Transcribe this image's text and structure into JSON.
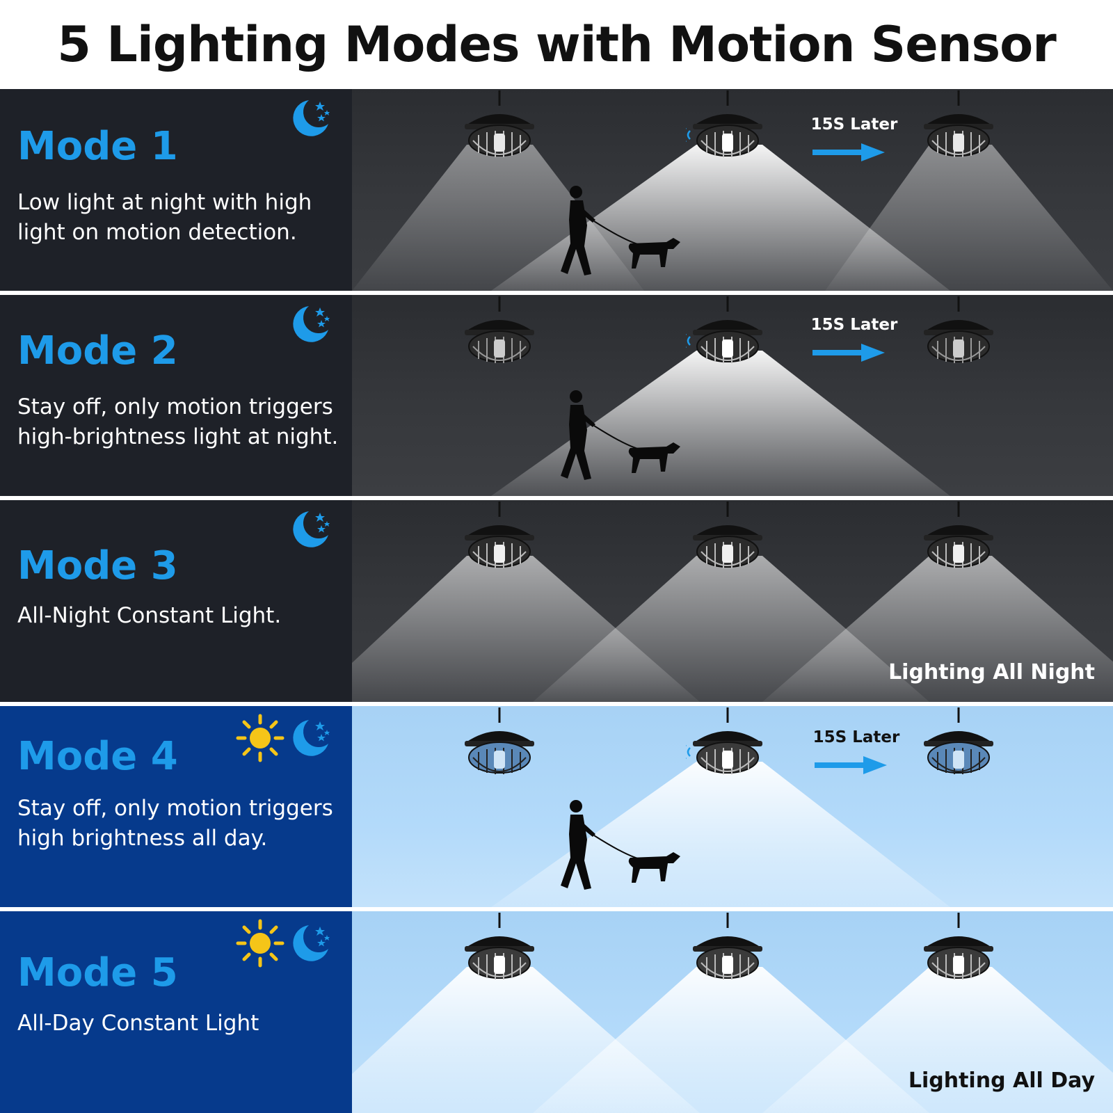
{
  "title": "5 Lighting Modes with Motion Sensor",
  "modes": [
    {
      "title": "Mode 1",
      "desc_line1": "Low light at night with high",
      "desc_line2": "light on motion detection.",
      "later": "15S Later",
      "icons": [
        "moon-stars-icon"
      ]
    },
    {
      "title": "Mode 2",
      "desc_line1": "Stay off, only motion triggers",
      "desc_line2": "high-brightness light at night.",
      "later": "15S Later",
      "icons": [
        "moon-stars-icon"
      ]
    },
    {
      "title": "Mode 3",
      "desc_line1": "All-Night Constant Light.",
      "corner_label": "Lighting All Night",
      "icons": [
        "moon-stars-icon"
      ]
    },
    {
      "title": "Mode 4",
      "desc_line1": "Stay off, only motion triggers",
      "desc_line2": "high brightness all day.",
      "later": "15S Later",
      "icons": [
        "sun-icon",
        "moon-stars-icon"
      ]
    },
    {
      "title": "Mode 5",
      "desc_line1": "All-Day Constant Light",
      "corner_label": "Lighting All Day",
      "icons": [
        "sun-icon",
        "moon-stars-icon"
      ]
    }
  ],
  "colors": {
    "mode_title": "#1e9be9",
    "night_panel": "#1e2128",
    "day_panel": "#063a8c",
    "sun": "#f5c518",
    "arrow": "#1e9be9"
  }
}
